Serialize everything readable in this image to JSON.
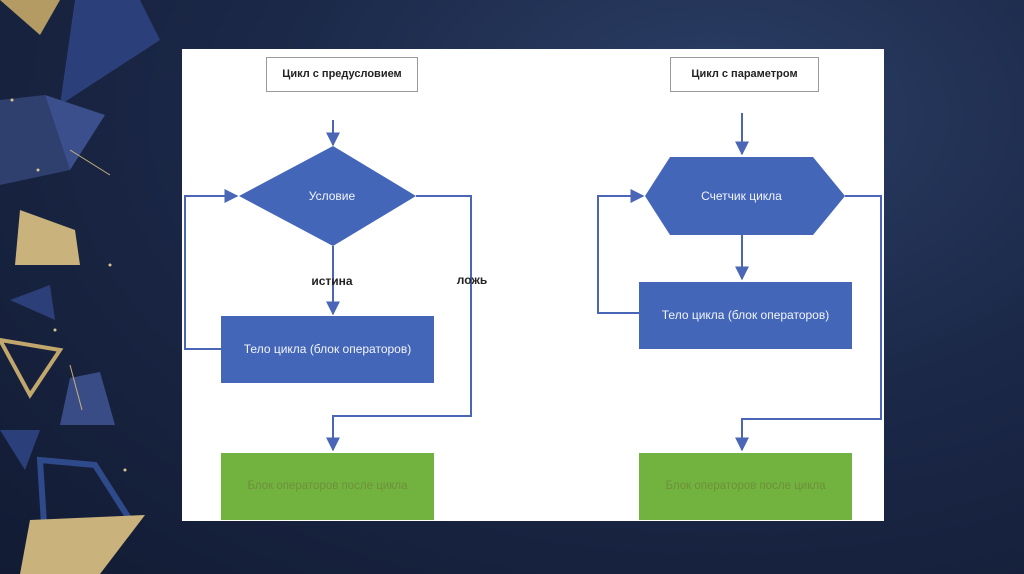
{
  "left_diagram": {
    "title": "Цикл с предусловием",
    "condition": "Условие",
    "true_label": "истина",
    "false_label": "ложь",
    "body": "Тело цикла (блок операторов)",
    "after": "Блок операторов после цикла"
  },
  "right_diagram": {
    "title": "Цикл с параметром",
    "counter": "Счетчик цикла",
    "body": "Тело цикла (блок операторов)",
    "after": "Блок операторов после цикла"
  },
  "colors": {
    "block_blue": "#4466b8",
    "arrow_blue": "#4a66b6",
    "block_green": "#72b33f",
    "decor_gold": "#b39b63",
    "decor_navy": "#2b3f7a"
  }
}
